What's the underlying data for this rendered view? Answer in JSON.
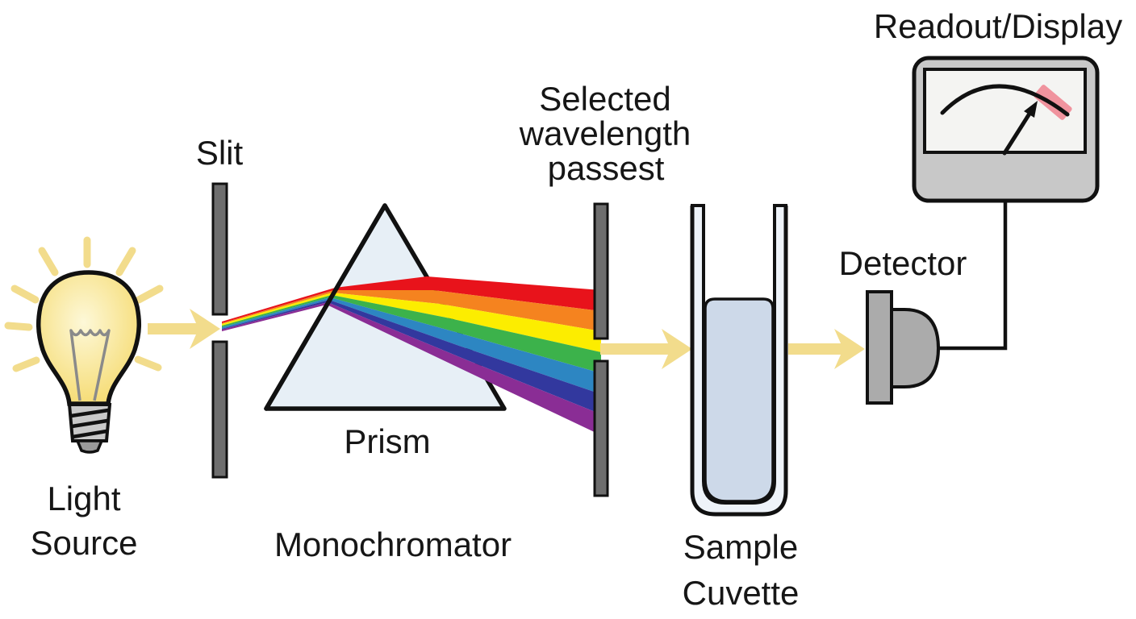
{
  "diagram": {
    "labels": {
      "light_source": [
        "Light",
        "Source"
      ],
      "slit": "Slit",
      "prism": "Prism",
      "monochromator": "Monochromator",
      "selected_wavelength": [
        "Selected",
        "wavelength",
        "passest"
      ],
      "sample_cuvette": [
        "Sample",
        "Cuvette"
      ],
      "detector": "Detector",
      "readout_display": "Readout/Display"
    },
    "colors": {
      "rainbow": [
        "#e8131b",
        "#f5831f",
        "#fced00",
        "#3cb24b",
        "#2d86c2",
        "#32389e",
        "#8a2d95"
      ],
      "beam_yellow": "#f2dc8c",
      "slit_bar": "#6e6e6e",
      "prism_fill": "#e7eff6",
      "cuvette_wall": "#eef3f9",
      "cuvette_liquid": "#cdd9e9",
      "detector_gray": "#ababab",
      "meter_body": "#c8c8c8",
      "meter_screen": "#f4f4f2",
      "meter_red_zone": "#f0939e",
      "bulb_center": "#fdf8d8",
      "bulb_edge": "#f5d96a",
      "bulb_base": "#c9c9c9",
      "outline": "#111111"
    }
  }
}
